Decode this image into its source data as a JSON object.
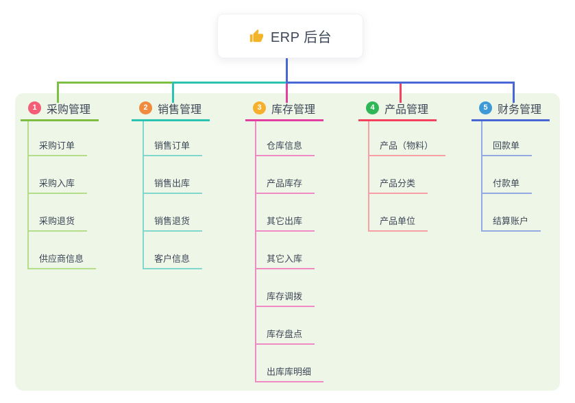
{
  "root": {
    "title": "ERP 后台",
    "icon": "thumbs-up-icon"
  },
  "colors": {
    "panel_bg": "#eef7e7",
    "text": "#3d4757",
    "root_connector": "#4966d6",
    "thumb_gold": "#f2b52a"
  },
  "branches": [
    {
      "number": "1",
      "label": "采购管理",
      "badge_color": "#f35d76",
      "line_color": "#7dbf42",
      "child_line_color": "#b4dd8a",
      "children": [
        "采购订单",
        "采购入库",
        "采购退货",
        "供应商信息"
      ]
    },
    {
      "number": "2",
      "label": "销售管理",
      "badge_color": "#f08a3e",
      "line_color": "#2ac3b2",
      "child_line_color": "#7fd8cb",
      "children": [
        "销售订单",
        "销售出库",
        "销售退货",
        "客户信息"
      ]
    },
    {
      "number": "3",
      "label": "库存管理",
      "badge_color": "#f6b02e",
      "line_color": "#e33fa1",
      "child_line_color": "#ef8ac4",
      "children": [
        "仓库信息",
        "产品库存",
        "其它出库",
        "其它入库",
        "库存调拨",
        "库存盘点",
        "出库库明细"
      ]
    },
    {
      "number": "4",
      "label": "产品管理",
      "badge_color": "#2fb757",
      "line_color": "#f4415e",
      "child_line_color": "#f89ea4",
      "children": [
        "产品（物料）",
        "产品分类",
        "产品单位"
      ]
    },
    {
      "number": "5",
      "label": "财务管理",
      "badge_color": "#3e9ad6",
      "line_color": "#4966d6",
      "child_line_color": "#92a9e2",
      "children": [
        "回款单",
        "付款单",
        "结算账户"
      ]
    }
  ]
}
